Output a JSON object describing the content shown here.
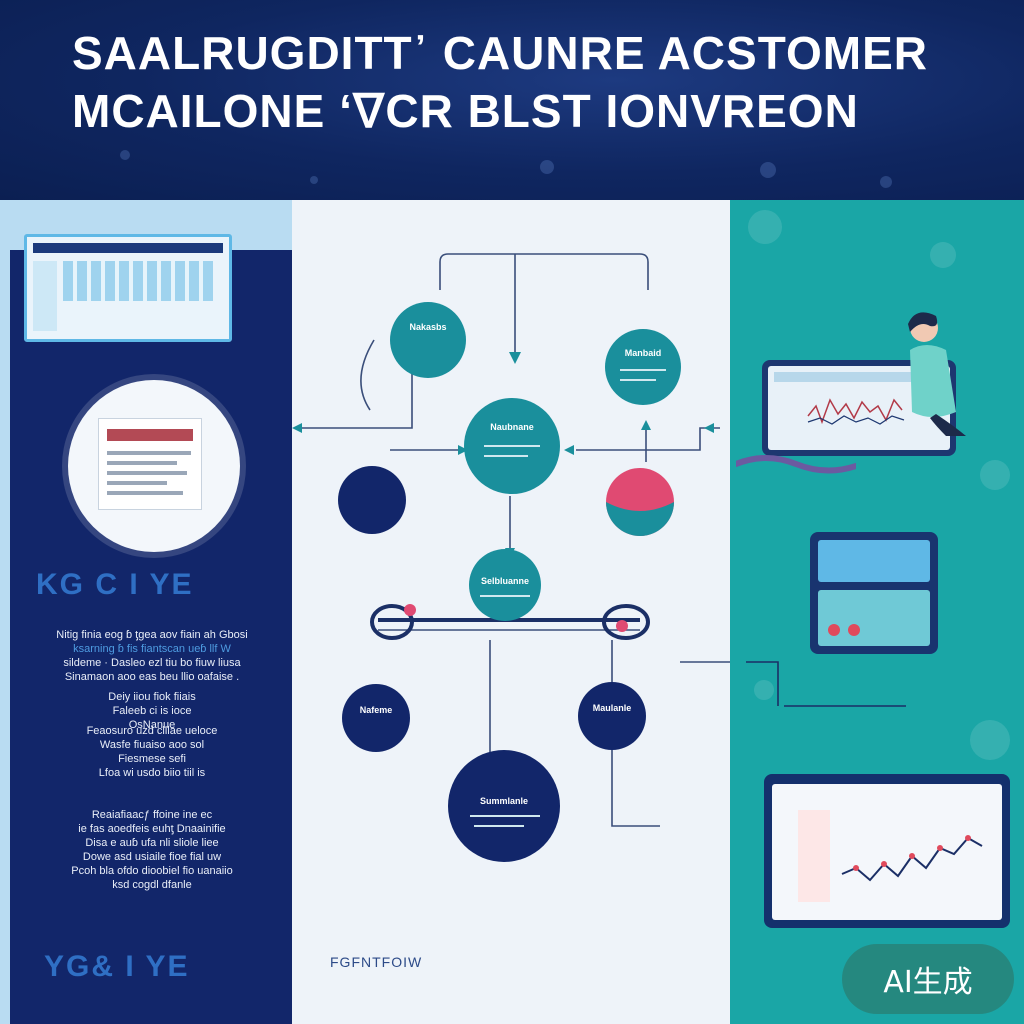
{
  "header": {
    "title_line1": "ЅAALRUGDITT᾽ CAUNRE ACSTOMER",
    "title_line2": "MCAILONE ‘ᐁCR BLST IONVREON"
  },
  "left_panel": {
    "logo_top": "KG C I YE",
    "logo_bottom": "YG& I YE",
    "paragraphs": [
      "Nitig finia eog ɓ ƫgea aov fiain ah Gbosi",
      "ksarning ɓ fis fiantscan ueɓ llf W",
      "sildeme · Dasleo ezl tiu bo fiuw liusa",
      "Sinamaon aoo eas beu llio oafaise ."
    ],
    "para2": [
      "Deiy iiou fiok fiiais",
      "Faleeb ci is ioce",
      "OsNanue"
    ],
    "para3": [
      "Feaosuro uzd clilae ueloce",
      "Wasfe fiuaiso aoo sol",
      "Fiesmese sefi",
      "Lfoa wi usdo biio tiil is"
    ],
    "para4": [
      "Reaiafiaacƒ ffoine ine ec",
      "ie fas aoedfeis euhƫ Dnaainifie",
      "Disa e auɓ ufa nli sliole liee",
      "Dowe asd usiaile fioe fial uw",
      "Pcoh bla ofdo dioobiel fio uanaiio",
      "ksd cogdl dfanle"
    ]
  },
  "diagram": {
    "node_labels": [
      "Nakasbs",
      "Manbaid",
      "Naubnane",
      "Selbluanne",
      "Nafeme",
      "Maulanle",
      "Summlanle"
    ],
    "footer_label": "FGFNTFOIW"
  },
  "badge": {
    "label": "AI生成"
  },
  "colors": {
    "navy": "#12266a",
    "teal": "#1aa6a6",
    "node_teal": "#1a8f9c",
    "node_navy": "#12266a",
    "accent_pink": "#e04a72",
    "light_blue": "#b9dcf2"
  }
}
